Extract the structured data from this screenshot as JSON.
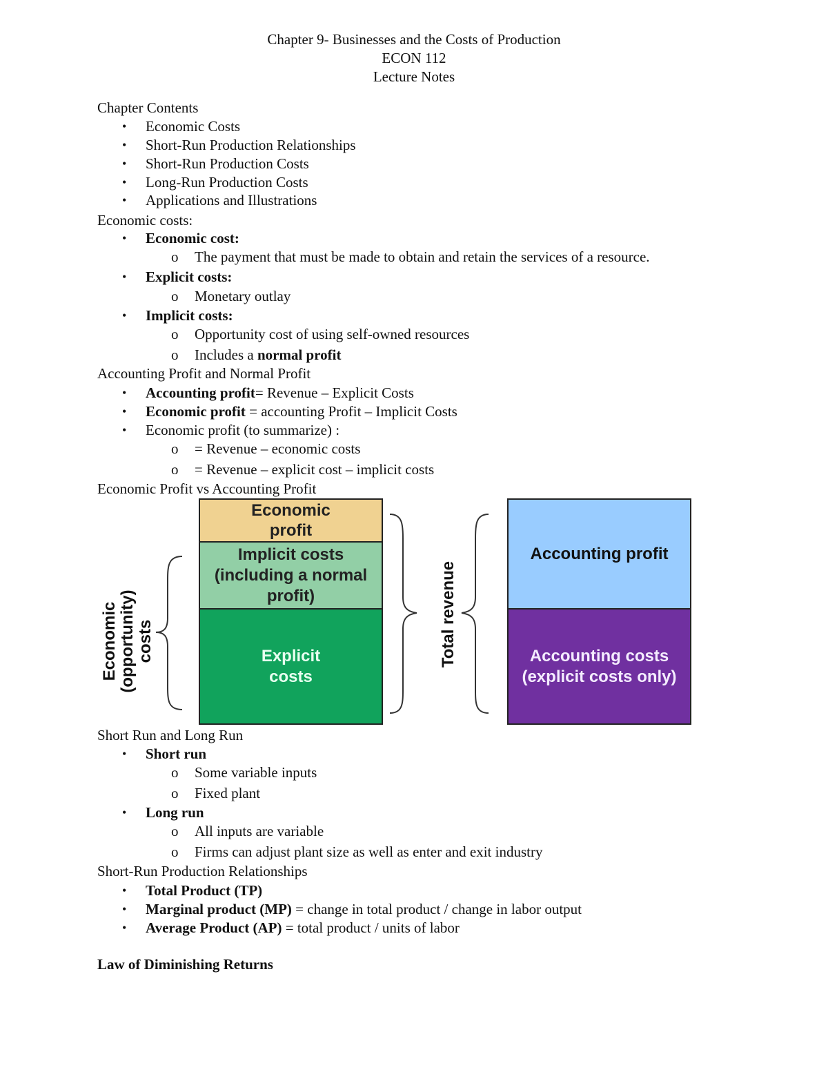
{
  "header": {
    "title": "Chapter 9- Businesses and the Costs of Production",
    "course": "ECON 112",
    "subtitle": "Lecture Notes"
  },
  "lines": [
    {
      "level": 0,
      "parts": [
        {
          "t": "Chapter Contents"
        }
      ]
    },
    {
      "level": 1,
      "parts": [
        {
          "t": "Economic Costs"
        }
      ]
    },
    {
      "level": 1,
      "parts": [
        {
          "t": "Short-Run Production Relationships"
        }
      ]
    },
    {
      "level": 1,
      "parts": [
        {
          "t": "Short-Run Production Costs"
        }
      ]
    },
    {
      "level": 1,
      "parts": [
        {
          "t": "Long-Run Production Costs"
        }
      ]
    },
    {
      "level": 1,
      "parts": [
        {
          "t": "Applications and Illustrations"
        }
      ]
    },
    {
      "level": 0,
      "parts": [
        {
          "t": "Economic costs:"
        }
      ]
    },
    {
      "level": 1,
      "parts": [
        {
          "t": "Economic cost:",
          "b": true
        }
      ]
    },
    {
      "level": 2,
      "parts": [
        {
          "t": "The payment that must be made to obtain and retain the services of a resource."
        }
      ]
    },
    {
      "level": 1,
      "parts": [
        {
          "t": "Explicit costs:",
          "b": true
        }
      ]
    },
    {
      "level": 2,
      "parts": [
        {
          "t": "Monetary outlay"
        }
      ]
    },
    {
      "level": 1,
      "parts": [
        {
          "t": "Implicit costs:",
          "b": true
        }
      ]
    },
    {
      "level": 2,
      "parts": [
        {
          "t": "Opportunity cost of using self-owned resources"
        }
      ]
    },
    {
      "level": 2,
      "parts": [
        {
          "t": "Includes a "
        },
        {
          "t": "normal profit",
          "b": true
        }
      ]
    },
    {
      "level": 0,
      "parts": [
        {
          "t": "Accounting Profit and Normal Profit"
        }
      ]
    },
    {
      "level": 1,
      "parts": [
        {
          "t": "Accounting profit",
          "b": true
        },
        {
          "t": "= Revenue – Explicit Costs"
        }
      ]
    },
    {
      "level": 1,
      "parts": [
        {
          "t": "Economic profit",
          "b": true
        },
        {
          "t": " = accounting Profit – Implicit Costs"
        }
      ]
    },
    {
      "level": 1,
      "parts": [
        {
          "t": "Economic profit (to summarize) :"
        }
      ]
    },
    {
      "level": 2,
      "parts": [
        {
          "t": "= Revenue – economic costs"
        }
      ]
    },
    {
      "level": 2,
      "parts": [
        {
          "t": " = Revenue – explicit cost – implicit costs"
        }
      ]
    },
    {
      "level": 0,
      "parts": [
        {
          "t": "Economic Profit vs Accounting Profit"
        }
      ]
    },
    {
      "level": 0,
      "parts": [
        {
          "t": "Short Run and Long Run"
        }
      ]
    },
    {
      "level": 1,
      "parts": [
        {
          "t": "Short run",
          "b": true
        }
      ]
    },
    {
      "level": 2,
      "parts": [
        {
          "t": "Some variable inputs"
        }
      ]
    },
    {
      "level": 2,
      "parts": [
        {
          "t": "Fixed plant"
        }
      ]
    },
    {
      "level": 1,
      "parts": [
        {
          "t": "Long run",
          "b": true
        }
      ]
    },
    {
      "level": 2,
      "parts": [
        {
          "t": "All inputs are variable"
        }
      ]
    },
    {
      "level": 2,
      "parts": [
        {
          "t": "Firms can adjust plant size as well as enter and exit industry"
        }
      ]
    },
    {
      "level": 0,
      "parts": [
        {
          "t": "Short-Run Production Relationships"
        }
      ]
    },
    {
      "level": 1,
      "parts": [
        {
          "t": "Total Product (TP)",
          "b": true
        }
      ]
    },
    {
      "level": 1,
      "parts": [
        {
          "t": "Marginal product (MP)",
          "b": true
        },
        {
          "t": " = change in total product / change in labor output"
        }
      ]
    },
    {
      "level": 1,
      "parts": [
        {
          "t": "Average Product (AP)",
          "b": true
        },
        {
          "t": " = total product / units of labor"
        }
      ]
    },
    {
      "level": 0,
      "parts": [
        {
          "t": "Law of Diminishing Returns",
          "b": true
        }
      ]
    }
  ],
  "bullet_symbol": "•",
  "sub_bullet_symbol": "o",
  "diagram": {
    "economic_profit": "Economic profit",
    "implicit_costs": "Implicit costs (including a normal profit)",
    "explicit_costs": "Explicit costs",
    "accounting_profit": "Accounting profit",
    "accounting_costs": "Accounting costs (explicit costs only)",
    "economic_costs_label": "Economic (opportunity) costs",
    "total_revenue_label": "Total revenue",
    "colors": {
      "economic_profit": "#f0d291",
      "implicit_costs": "#92cfa6",
      "explicit_costs": "#11a35c",
      "accounting_profit": "#99ccff",
      "accounting_costs": "#7030a0"
    }
  }
}
